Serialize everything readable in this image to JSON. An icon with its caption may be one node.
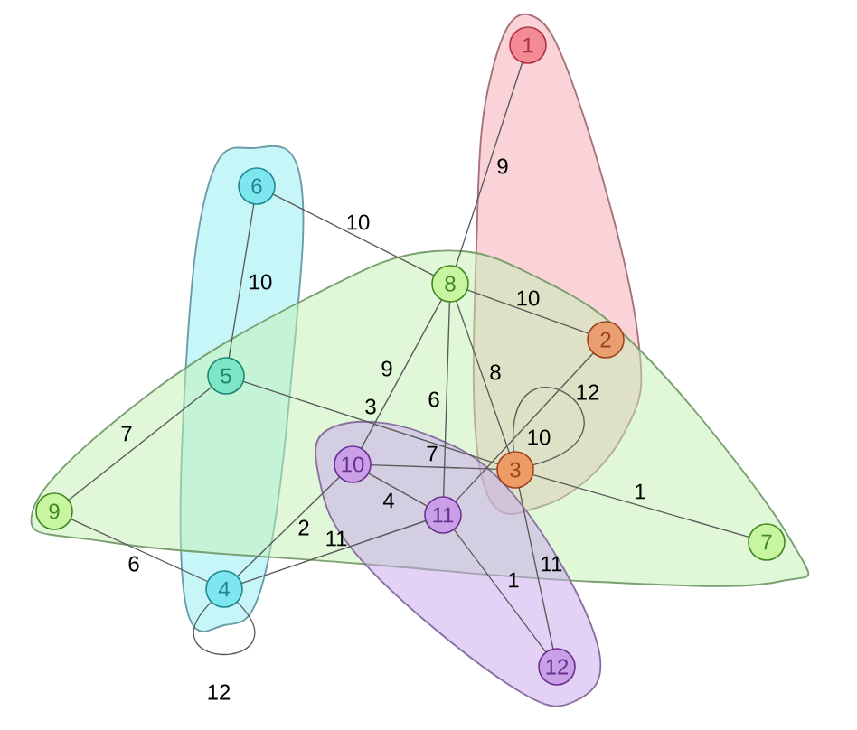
{
  "diagram": {
    "nodes": [
      {
        "text": [],
        "shape": "blob"
      },
      {
        "text": [],
        "shape": "blob"
      },
      {
        "text": [],
        "shape": "blob"
      },
      {
        "text": [],
        "shape": "blob"
      },
      {
        "text": [
          "1"
        ],
        "in": 0
      },
      {
        "text": [
          "2"
        ]
      },
      {
        "text": [
          "3"
        ]
      },
      {
        "text": [
          "4"
        ],
        "in": 1
      },
      {
        "text": [
          "5"
        ]
      },
      {
        "text": [
          "6"
        ],
        "in": 1
      },
      {
        "text": [
          "7"
        ],
        "in": 2
      },
      {
        "text": [
          "8"
        ],
        "in": 2
      },
      {
        "text": [
          "9"
        ],
        "in": 2
      },
      {
        "text": [
          "10"
        ]
      },
      {
        "text": [
          "11"
        ]
      },
      {
        "text": [
          "12"
        ],
        "in": 3
      }
    ],
    "edges": [
      {
        "from": 4,
        "to": 11,
        "arrow": "none",
        "label": "9"
      },
      {
        "from": 9,
        "to": 11,
        "arrow": "none",
        "label": "10"
      },
      {
        "from": 9,
        "to": 8,
        "arrow": "none",
        "label": "10"
      },
      {
        "from": 8,
        "to": 6,
        "arrow": "none",
        "label": "3"
      },
      {
        "from": 11,
        "to": 13,
        "arrow": "none",
        "label": "9"
      },
      {
        "from": 11,
        "to": 14,
        "arrow": "none",
        "label": "6"
      },
      {
        "from": 11,
        "to": 6,
        "arrow": "none",
        "label": "8"
      },
      {
        "from": 11,
        "to": 5,
        "arrow": "none",
        "label": "10"
      },
      {
        "from": 5,
        "to": 14,
        "arrow": "none",
        "label": "10"
      },
      {
        "from": 6,
        "to": 6,
        "arrow": "none",
        "label": "12"
      },
      {
        "from": 13,
        "to": 6,
        "arrow": "none",
        "label": "7"
      },
      {
        "from": 13,
        "to": 14,
        "arrow": "none",
        "label": "4"
      },
      {
        "from": 6,
        "to": 10,
        "arrow": "none",
        "label": "1"
      },
      {
        "from": 6,
        "to": 15,
        "arrow": "none",
        "label": "11"
      },
      {
        "from": 14,
        "to": 15,
        "arrow": "none",
        "label": "1"
      },
      {
        "from": 14,
        "to": 7,
        "arrow": "none",
        "label": "11"
      },
      {
        "from": 13,
        "to": 7,
        "arrow": "none",
        "label": "2"
      },
      {
        "from": 12,
        "to": 8,
        "arrow": "none",
        "label": "7"
      },
      {
        "from": 12,
        "to": 7,
        "arrow": "none",
        "label": "6"
      },
      {
        "from": 7,
        "to": 7,
        "arrow": "none",
        "label": "12"
      }
    ]
  }
}
